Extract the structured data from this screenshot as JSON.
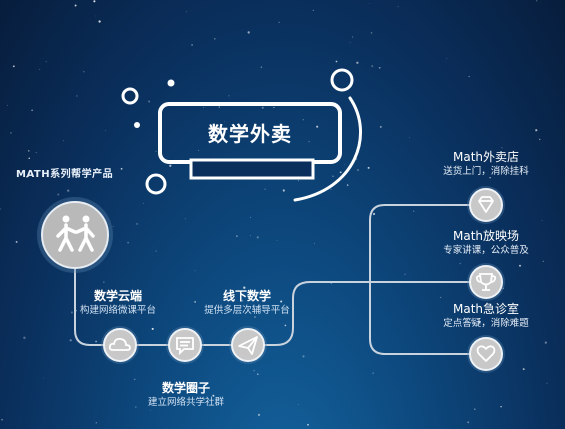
{
  "main_title": "数学外卖",
  "brand_label": "MATH系列帮学产品",
  "nodes": [
    {
      "title": "数学云端",
      "subtitle": "构建网络微课平台",
      "icon": "cloud-icon"
    },
    {
      "title": "数学圈子",
      "subtitle": "建立网络共学社群",
      "icon": "chat-icon"
    },
    {
      "title": "线下数学",
      "subtitle": "提供多层次辅导平台",
      "icon": "paper-plane-icon"
    }
  ],
  "right_items": [
    {
      "title": "Math外卖店",
      "subtitle": "送货上门，消除挂科",
      "icon": "diamond-icon"
    },
    {
      "title": "Math放映场",
      "subtitle": "专家讲课，公众普及",
      "icon": "trophy-icon"
    },
    {
      "title": "Math急诊室",
      "subtitle": "定点答疑，消除难题",
      "icon": "heart-icon"
    }
  ],
  "hub_icon": "people-walking-icon",
  "colors": {
    "background": "#0a2f5c",
    "line": "#c9d3de",
    "node_fill": "#c8c8c8",
    "hub_fill": "#b9b9b9"
  }
}
